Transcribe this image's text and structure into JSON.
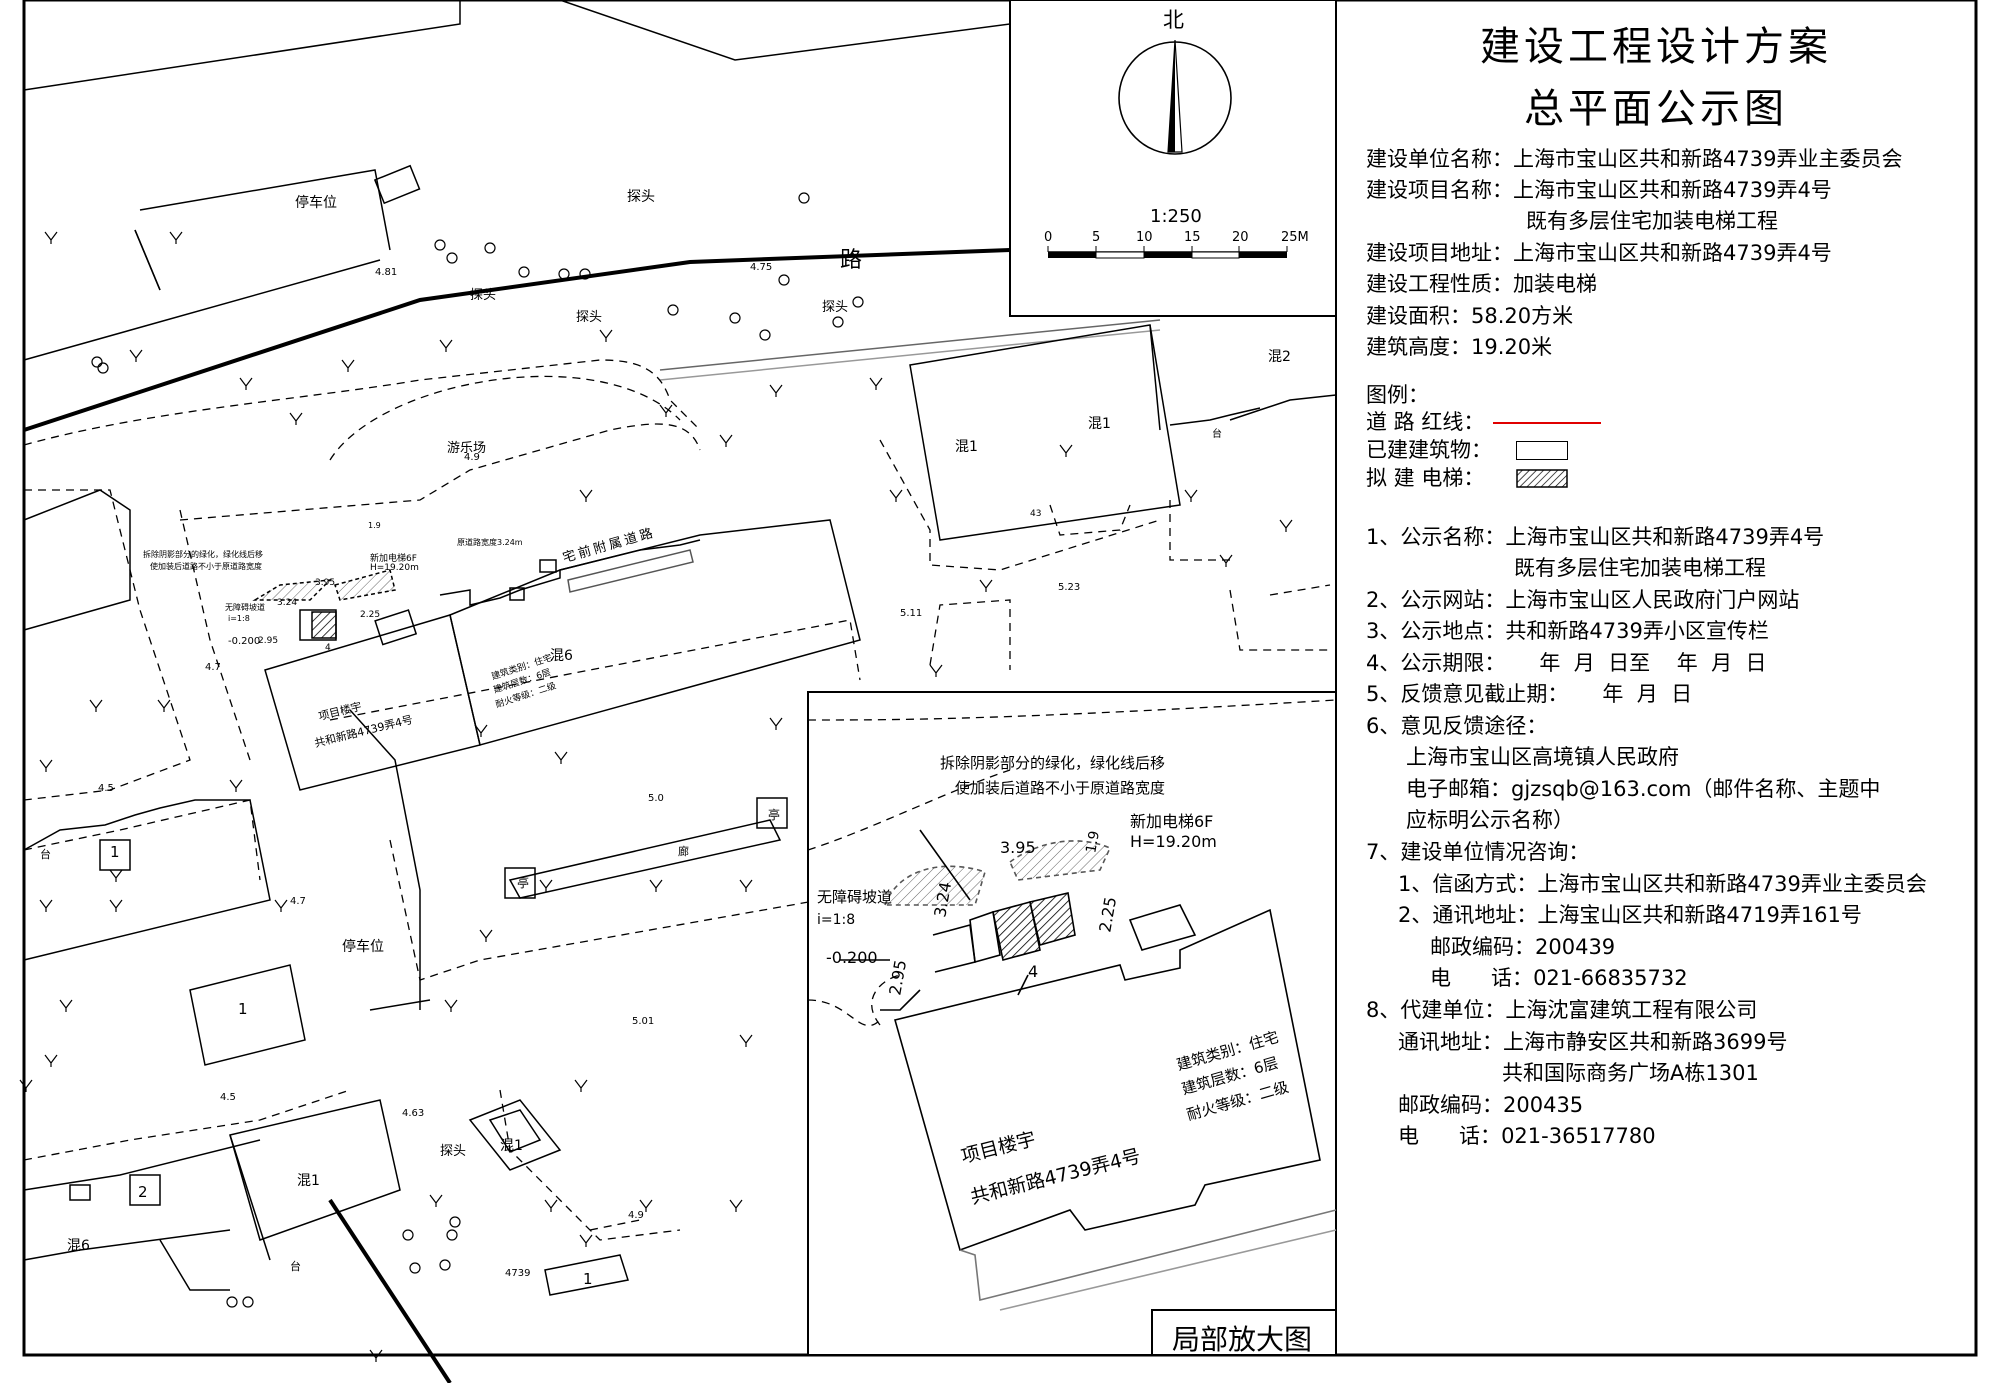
{
  "title": {
    "line1": "建设工程设计方案",
    "line2": "总平面公示图"
  },
  "info": [
    {
      "label": "建设单位名称：",
      "value": "上海市宝山区共和新路4739弄业主委员会"
    },
    {
      "label": "建设项目名称：",
      "value": "上海市宝山区共和新路4739弄4号",
      "value2": "既有多层住宅加装电梯工程"
    },
    {
      "label": "建设项目地址：",
      "value": "上海市宝山区共和新路4739弄4号"
    },
    {
      "label": "建设工程性质：",
      "value": "加装电梯"
    },
    {
      "label": "建设面积：",
      "value": "58.20方米"
    },
    {
      "label": "建筑高度：",
      "value": "19.20米"
    }
  ],
  "legend": {
    "title": "图例：",
    "road_red_line": "道 路 红线：",
    "built": "已建建筑物：",
    "elevator": "拟 建 电梯：",
    "road_color": "#e00000"
  },
  "notices": [
    {
      "no": "1、",
      "label": "公示名称：",
      "value": "上海市宝山区共和新路4739弄4号",
      "value2": "既有多层住宅加装电梯工程"
    },
    {
      "no": "2、",
      "label": "公示网站：",
      "value": "上海市宝山区人民政府门户网站"
    },
    {
      "no": "3、",
      "label": "公示地点：",
      "value": "共和新路4739弄小区宣传栏"
    },
    {
      "no": "4、",
      "label": "公示期限：",
      "value": "年  月  日至    年  月  日"
    },
    {
      "no": "5、",
      "label": "反馈意见截止期：",
      "value": "年  月  日"
    },
    {
      "no": "6、",
      "label": "意见反馈途径：",
      "value": ""
    }
  ],
  "feedback": {
    "gov": "上海市宝山区高境镇人民政府",
    "email_label": "电子邮箱：",
    "email": "gjzsqb@163.com（邮件名称、主题中",
    "email2": "应标明公示名称）"
  },
  "consult": {
    "heading": "7、建设单位情况咨询：",
    "letter_label": "1、信函方式：",
    "letter": "上海市宝山区共和新路4739弄业主委员会",
    "addr_label": "2、通讯地址：",
    "addr": "上海宝山区共和新路4719弄161号",
    "zip_label": "邮政编码：",
    "zip": "200439",
    "tel_label": "电      话：",
    "tel": "021-66835732"
  },
  "agent": {
    "heading": "8、代建单位：",
    "name": "上海沈富建筑工程有限公司",
    "addr_label": "通讯地址：",
    "addr": "上海市静安区共和新路3699号",
    "addr2": "共和国际商务广场A栋1301",
    "zip_label": "邮政编码：",
    "zip": "200435",
    "tel_label": "电      话：",
    "tel": "021-36517780"
  },
  "compass": {
    "north": "北",
    "scale": "1:250",
    "ticks": [
      "0",
      "5",
      "10",
      "15",
      "20",
      "25M"
    ]
  },
  "detail_title": "局部放大图",
  "site_labels": {
    "parking1": "停车位",
    "probe": "探头",
    "road": "路",
    "playground": "游乐场",
    "lane": "宅前附属道路",
    "hun1": "混1",
    "hun2": "混2",
    "hun6": "混6",
    "parking2": "停车位",
    "project_bldg": "项目楼宇",
    "project_addr": "共和新路4739弄4号",
    "b_type": "建筑类别：住宅",
    "b_floors": "建筑层数：6层",
    "b_fire": "耐火等级：二级",
    "new_elev": "新加电梯6F",
    "h": "H=19.20m",
    "demolish1": "拆除阴影部分的绿化，绿化线后移",
    "demolish2": "使加装后道路不小于原道路宽度",
    "ramp": "无障碍坡道",
    "ramp_ratio": "i=1:8",
    "level": "-0.200",
    "d295": "2.95",
    "d324": "3.24",
    "d395": "3.95",
    "d225": "2.25",
    "d19": "1.9",
    "d4": "4",
    "lane_width": "原道路宽度3.24m",
    "pavilion": "亭",
    "corridor": "廊",
    "tai": "台",
    "no4739": "4739",
    "e481": "4.81",
    "e475": "4.75",
    "e49": "4.9",
    "e47": "4.7",
    "e45": "4.5",
    "e511": "5.11",
    "e523": "5.23",
    "e50": "5.0",
    "e501": "5.01",
    "e463": "4.63",
    "n1": "1",
    "n2": "2",
    "n43": "43"
  }
}
